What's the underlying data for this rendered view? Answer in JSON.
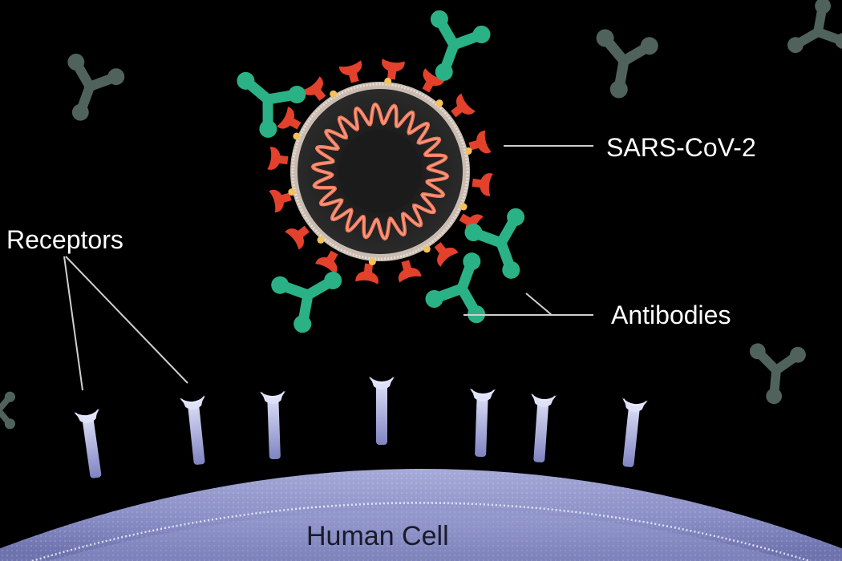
{
  "labels": {
    "virus": "SARS-CoV-2",
    "antibodies": "Antibodies",
    "receptors": "Receptors",
    "cell": "Human Cell"
  },
  "colors": {
    "background": "#000000",
    "spike_protein": "#e4412c",
    "membrane": "#cbbcb1",
    "rna_strand": "#f0785c",
    "virus_core": "#1d1d1d",
    "bound_antibody": "#2bb186",
    "free_antibody": "#50625c",
    "receptor": "#b9bde6",
    "cell_surface": "#767cb4",
    "label_text": "#ffffff",
    "leader_line": "#cfcfcf"
  },
  "icons": [
    "virus-icon",
    "antibody-icon",
    "receptor-icon",
    "human-cell-icon"
  ]
}
